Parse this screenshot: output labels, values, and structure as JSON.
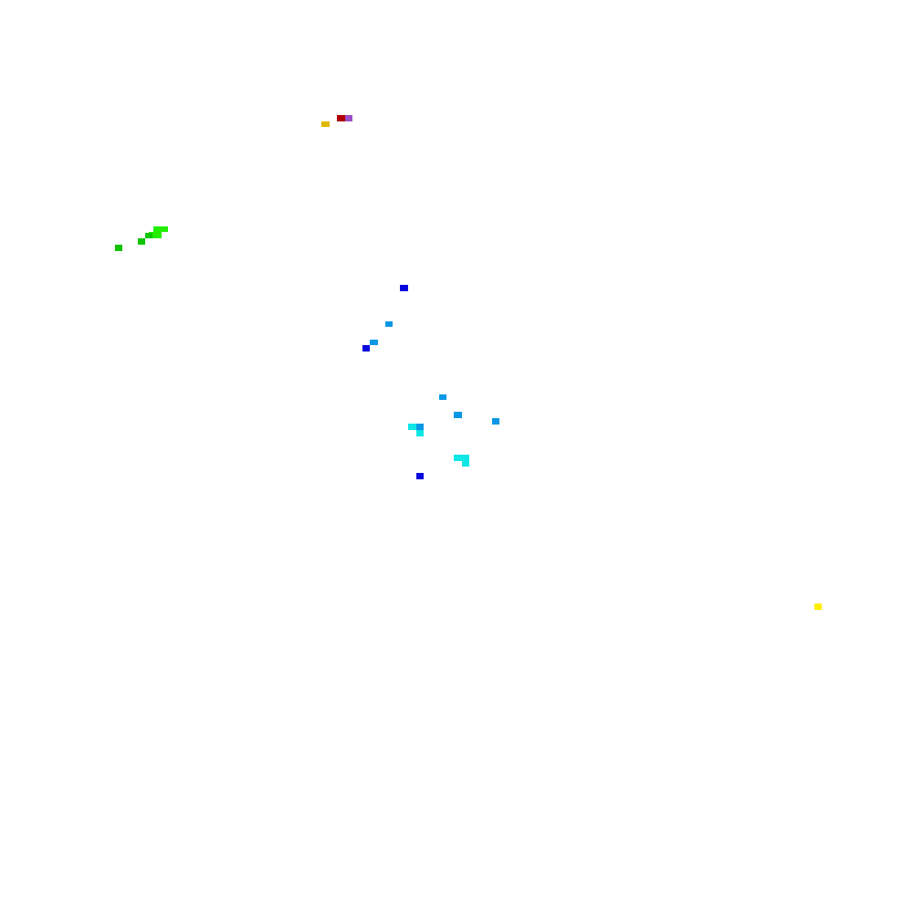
{
  "canvas": {
    "background": "#ffffff"
  },
  "palette": {
    "dark_red": "#b00000",
    "purple": "#9a4fc8",
    "gold": "#e0b800",
    "green": "#11c400",
    "bright_green": "#22ee00",
    "blue": "#0808dd",
    "azure": "#0a98e6",
    "cyan": "#10e6e6",
    "yellow": "#ffee00"
  },
  "pixels": [
    {
      "color": "dark_red"
    },
    {
      "color": "purple"
    },
    {
      "color": "gold"
    },
    {
      "color": "bright_green"
    },
    {
      "color": "bright_green"
    },
    {
      "color": "bright_green"
    },
    {
      "color": "green"
    },
    {
      "color": "green"
    },
    {
      "color": "green"
    },
    {
      "color": "blue"
    },
    {
      "color": "azure"
    },
    {
      "color": "azure"
    },
    {
      "color": "blue"
    },
    {
      "color": "azure"
    },
    {
      "color": "azure"
    },
    {
      "color": "azure"
    },
    {
      "color": "cyan"
    },
    {
      "color": "azure"
    },
    {
      "color": "cyan"
    },
    {
      "color": "cyan"
    },
    {
      "color": "cyan"
    },
    {
      "color": "cyan"
    },
    {
      "color": "blue"
    },
    {
      "color": "yellow"
    }
  ]
}
